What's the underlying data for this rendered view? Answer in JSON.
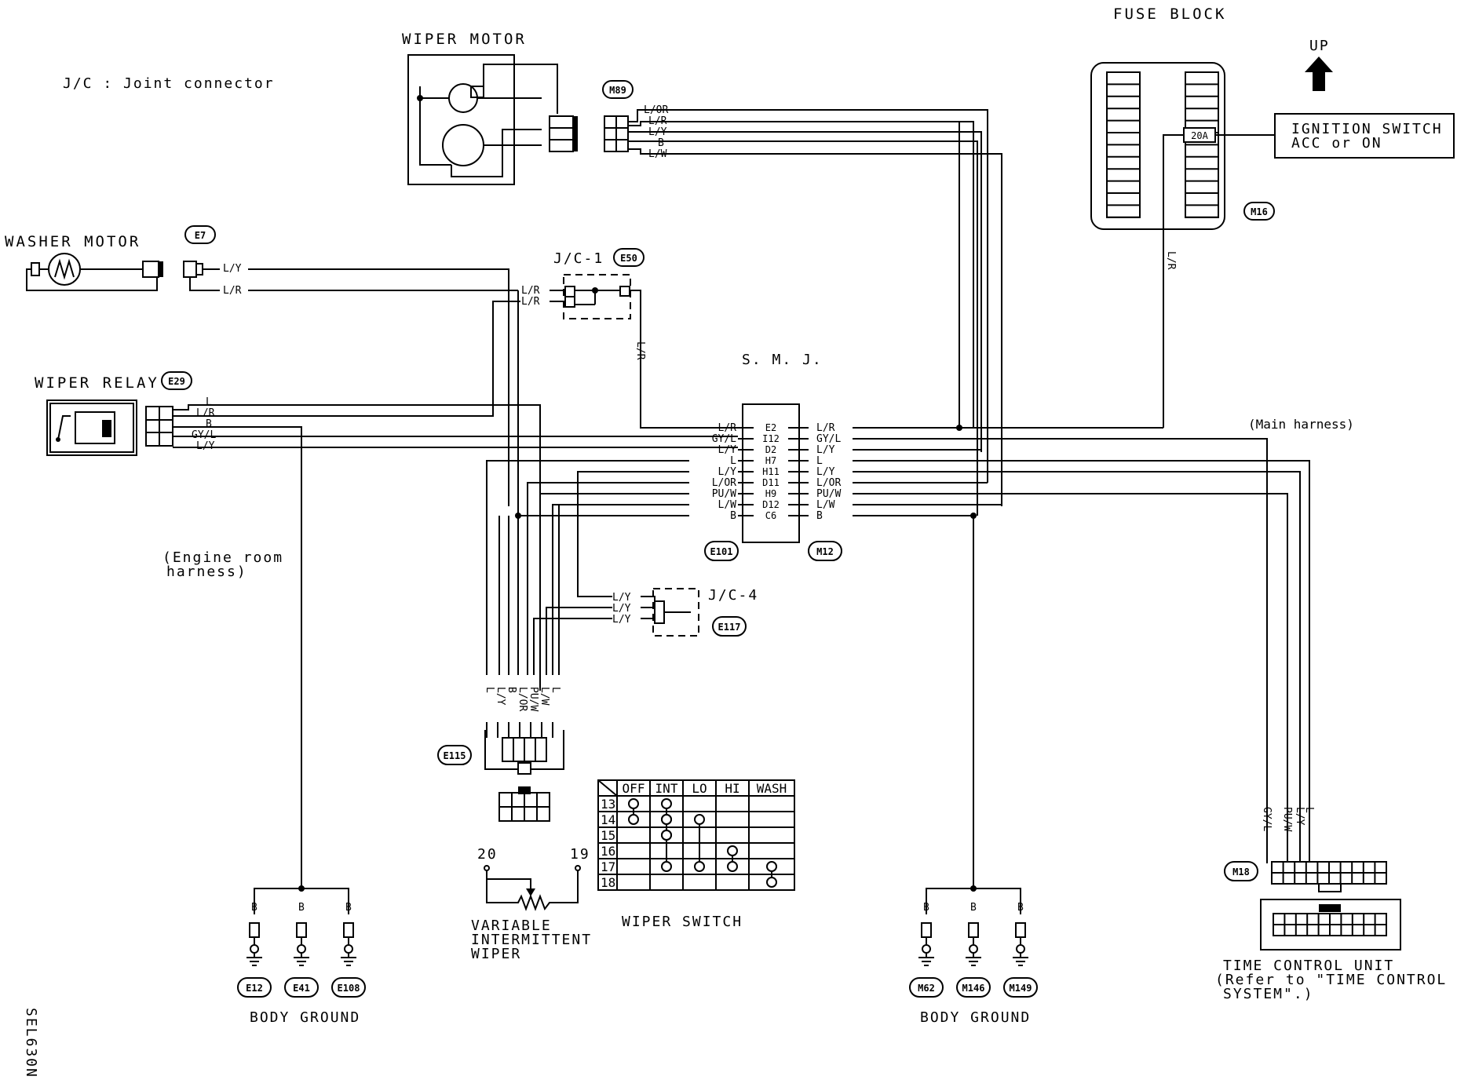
{
  "legend": {
    "jc": "J/C : Joint connector"
  },
  "components": {
    "wiper_motor": "WIPER MOTOR",
    "washer_motor": "WASHER MOTOR",
    "wiper_relay": "WIPER RELAY",
    "fuse_block": "FUSE BLOCK",
    "fuse_rating": "20A",
    "up": "UP",
    "ignition_switch_1": "IGNITION SWITCH",
    "ignition_switch_2": "ACC or ON",
    "jc1": "J/C-1",
    "jc4": "J/C-4",
    "smj": "S. M. J.",
    "wiper_switch": "WIPER SWITCH",
    "variable_intermittent_1": "VARIABLE",
    "variable_intermittent_2": "INTERMITTENT",
    "variable_intermittent_3": "WIPER",
    "time_control_1": "TIME CONTROL UNIT",
    "time_control_2": "(Refer to \"TIME CONTROL",
    "time_control_3": "SYSTEM\".)",
    "body_ground": "BODY GROUND",
    "main_harness": "(Main harness)",
    "engine_room_harness_1": "(Engine room",
    "engine_room_harness_2": "harness)",
    "sheet_code": "SEL630N"
  },
  "connectors": {
    "m89": "M89",
    "m16": "M16",
    "e7": "E7",
    "e50": "E50",
    "e29": "E29",
    "e101": "E101",
    "m12": "M12",
    "e117": "E117",
    "e115": "E115",
    "m18": "M18",
    "e12": "E12",
    "e41": "E41",
    "e108": "E108",
    "m62": "M62",
    "m146": "M146",
    "m149": "M149"
  },
  "wires": {
    "lor": "L/OR",
    "lr": "L/R",
    "ly": "L/Y",
    "b": "B",
    "lw": "L/W",
    "l": "L",
    "gyl": "GY/L",
    "puw": "PU/W"
  },
  "smj_pins_left": [
    "E2",
    "I12",
    "D2",
    "H7",
    "H11",
    "D11",
    "H9",
    "D12",
    "C6"
  ],
  "smj_wires_left": [
    "L/R",
    "GY/L",
    "L/Y",
    "L",
    "L/Y",
    "L/OR",
    "PU/W",
    "L/W",
    "B"
  ],
  "smj_wires_right": [
    "L/R",
    "GY/L",
    "L/Y",
    "L",
    "L/Y",
    "L/OR",
    "PU/W",
    "L/W",
    "B"
  ],
  "e115_labels": [
    "L",
    "L/Y",
    "B",
    "L/OR",
    "PU/W",
    "L/W",
    "L"
  ],
  "m18_labels": [
    "GY/L",
    "PU/W",
    "L/Y",
    "L"
  ],
  "pot_terminals": [
    "20",
    "19"
  ],
  "switch_table": {
    "headers": [
      "OFF",
      "INT",
      "LO",
      "HI",
      "WASH"
    ],
    "rows": [
      "13",
      "14",
      "15",
      "16",
      "17",
      "18"
    ]
  }
}
